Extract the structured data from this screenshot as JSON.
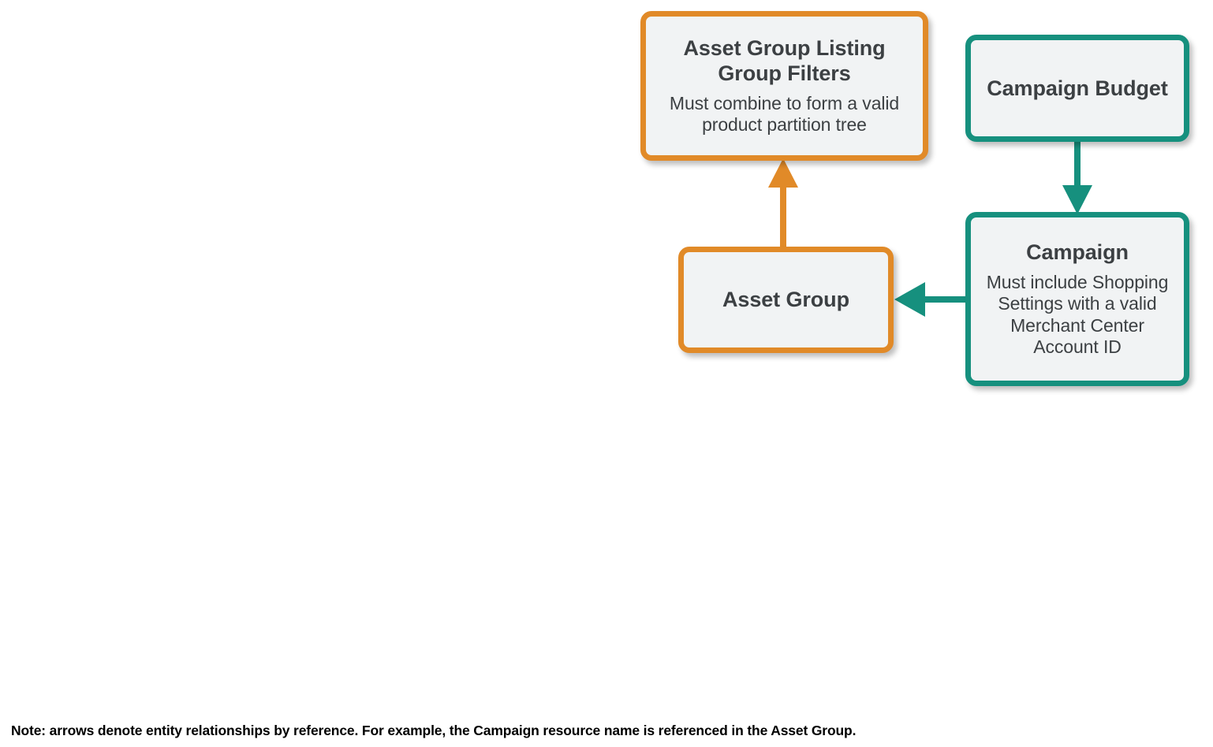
{
  "diagram": {
    "type": "entity-relationship",
    "background_color": "#FFFFFF",
    "node_fill_color": "#F1F3F4",
    "orange_color": "#E18A28",
    "teal_color": "#16907E",
    "text_color": "#3C4043",
    "nodes": [
      {
        "id": "asset-group-listing-group-filters",
        "title": "Asset Group Listing Group Filters",
        "description": "Must combine to form a valid product partition tree",
        "accent": "#E18A28"
      },
      {
        "id": "campaign-budget",
        "title": "Campaign Budget",
        "description": "",
        "accent": "#16907E"
      },
      {
        "id": "asset-group",
        "title": "Asset Group",
        "description": "",
        "accent": "#E18A28"
      },
      {
        "id": "campaign",
        "title": "Campaign",
        "description": "Must include Shopping Settings with a valid Merchant Center Account ID",
        "accent": "#16907E"
      }
    ],
    "edges": [
      {
        "id": "asset-group-to-listing-group-filters",
        "from": "asset-group",
        "to": "asset-group-listing-group-filters",
        "direction": "up",
        "color": "#E18A28"
      },
      {
        "id": "campaign-budget-to-campaign",
        "from": "campaign-budget",
        "to": "campaign",
        "direction": "down",
        "color": "#16907E"
      },
      {
        "id": "campaign-to-asset-group",
        "from": "campaign",
        "to": "asset-group",
        "direction": "left",
        "color": "#16907E"
      }
    ],
    "note": "Note: arrows denote entity relationships by reference. For example, the Campaign resource name is referenced in the Asset Group."
  }
}
